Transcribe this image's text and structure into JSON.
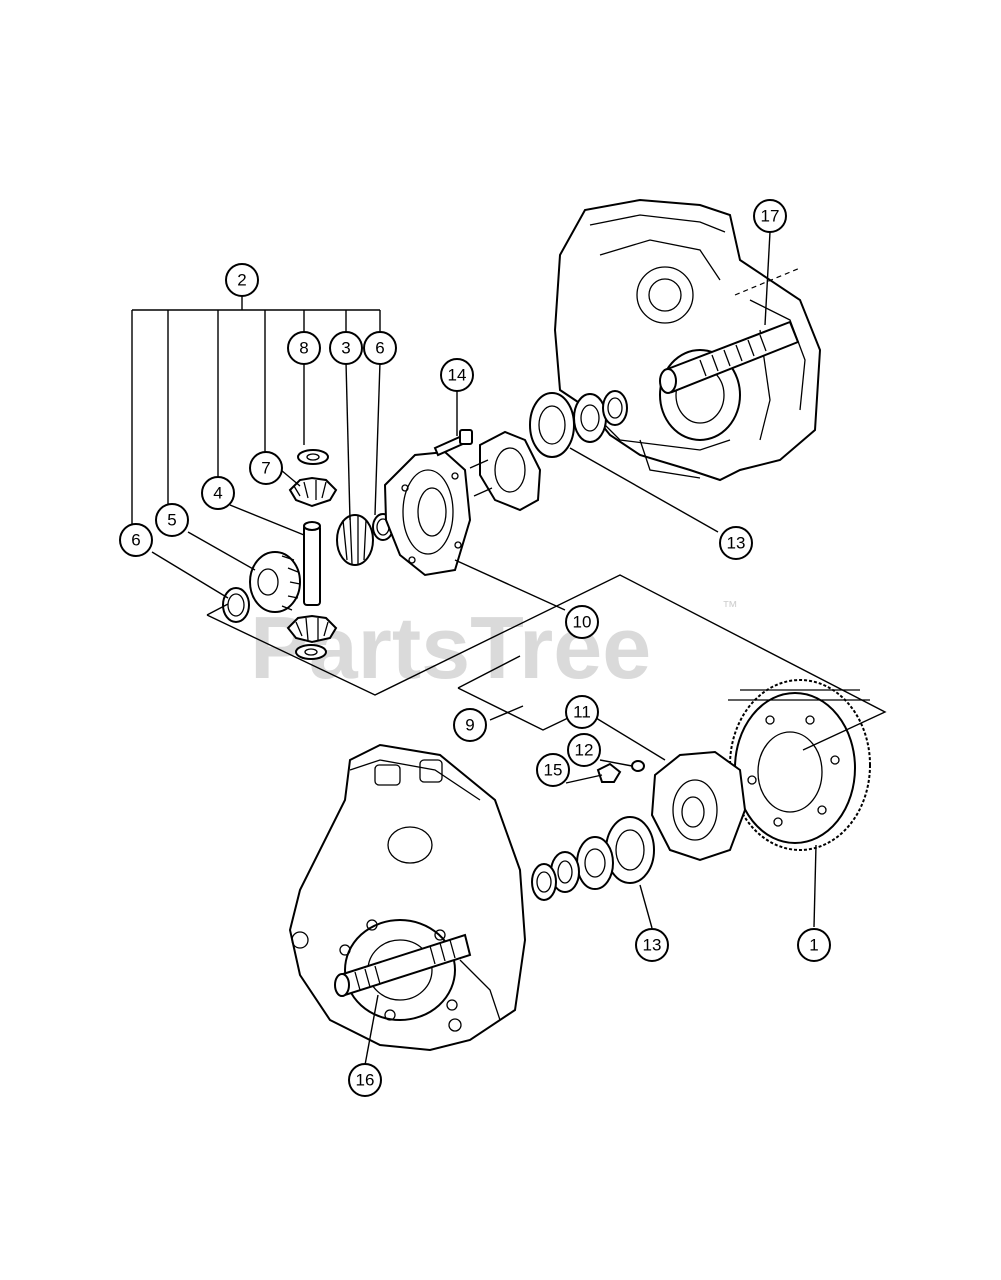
{
  "callouts": [
    {
      "label": "1"
    },
    {
      "label": "2"
    },
    {
      "label": "3"
    },
    {
      "label": "4"
    },
    {
      "label": "5"
    },
    {
      "label": "6"
    },
    {
      "label": "6"
    },
    {
      "label": "7"
    },
    {
      "label": "8"
    },
    {
      "label": "9"
    },
    {
      "label": "10"
    },
    {
      "label": "11"
    },
    {
      "label": "12"
    },
    {
      "label": "13"
    },
    {
      "label": "13"
    },
    {
      "label": "14"
    },
    {
      "label": "15"
    },
    {
      "label": "16"
    },
    {
      "label": "17"
    }
  ],
  "watermark": {
    "text": "PartsTree",
    "trademark": "™"
  }
}
